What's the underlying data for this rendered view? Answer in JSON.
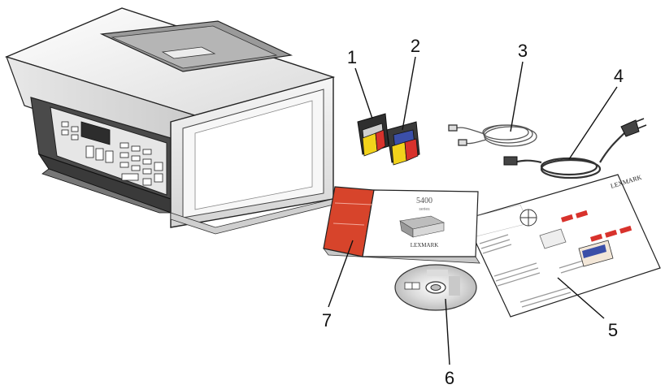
{
  "callouts": [
    {
      "number": "1",
      "item": "black-ink-cartridge"
    },
    {
      "number": "2",
      "item": "color-ink-cartridge"
    },
    {
      "number": "3",
      "item": "phone-cord"
    },
    {
      "number": "4",
      "item": "power-cord"
    },
    {
      "number": "5",
      "item": "setup-sheet"
    },
    {
      "number": "6",
      "item": "software-cd"
    },
    {
      "number": "7",
      "item": "user-guide"
    }
  ],
  "booklet": {
    "model": "5400",
    "series": "series",
    "brand": "LEXMARK"
  },
  "sheet": {
    "brand": "LEXMARK"
  },
  "colors": {
    "booklet_red": "#d7442b",
    "cartridge_yellow": "#f2d21b",
    "cartridge_red": "#d8322c",
    "cartridge_blue": "#3b4fa8",
    "printer_body": "#f1f1f1",
    "printer_dark": "#3c3c3c"
  }
}
